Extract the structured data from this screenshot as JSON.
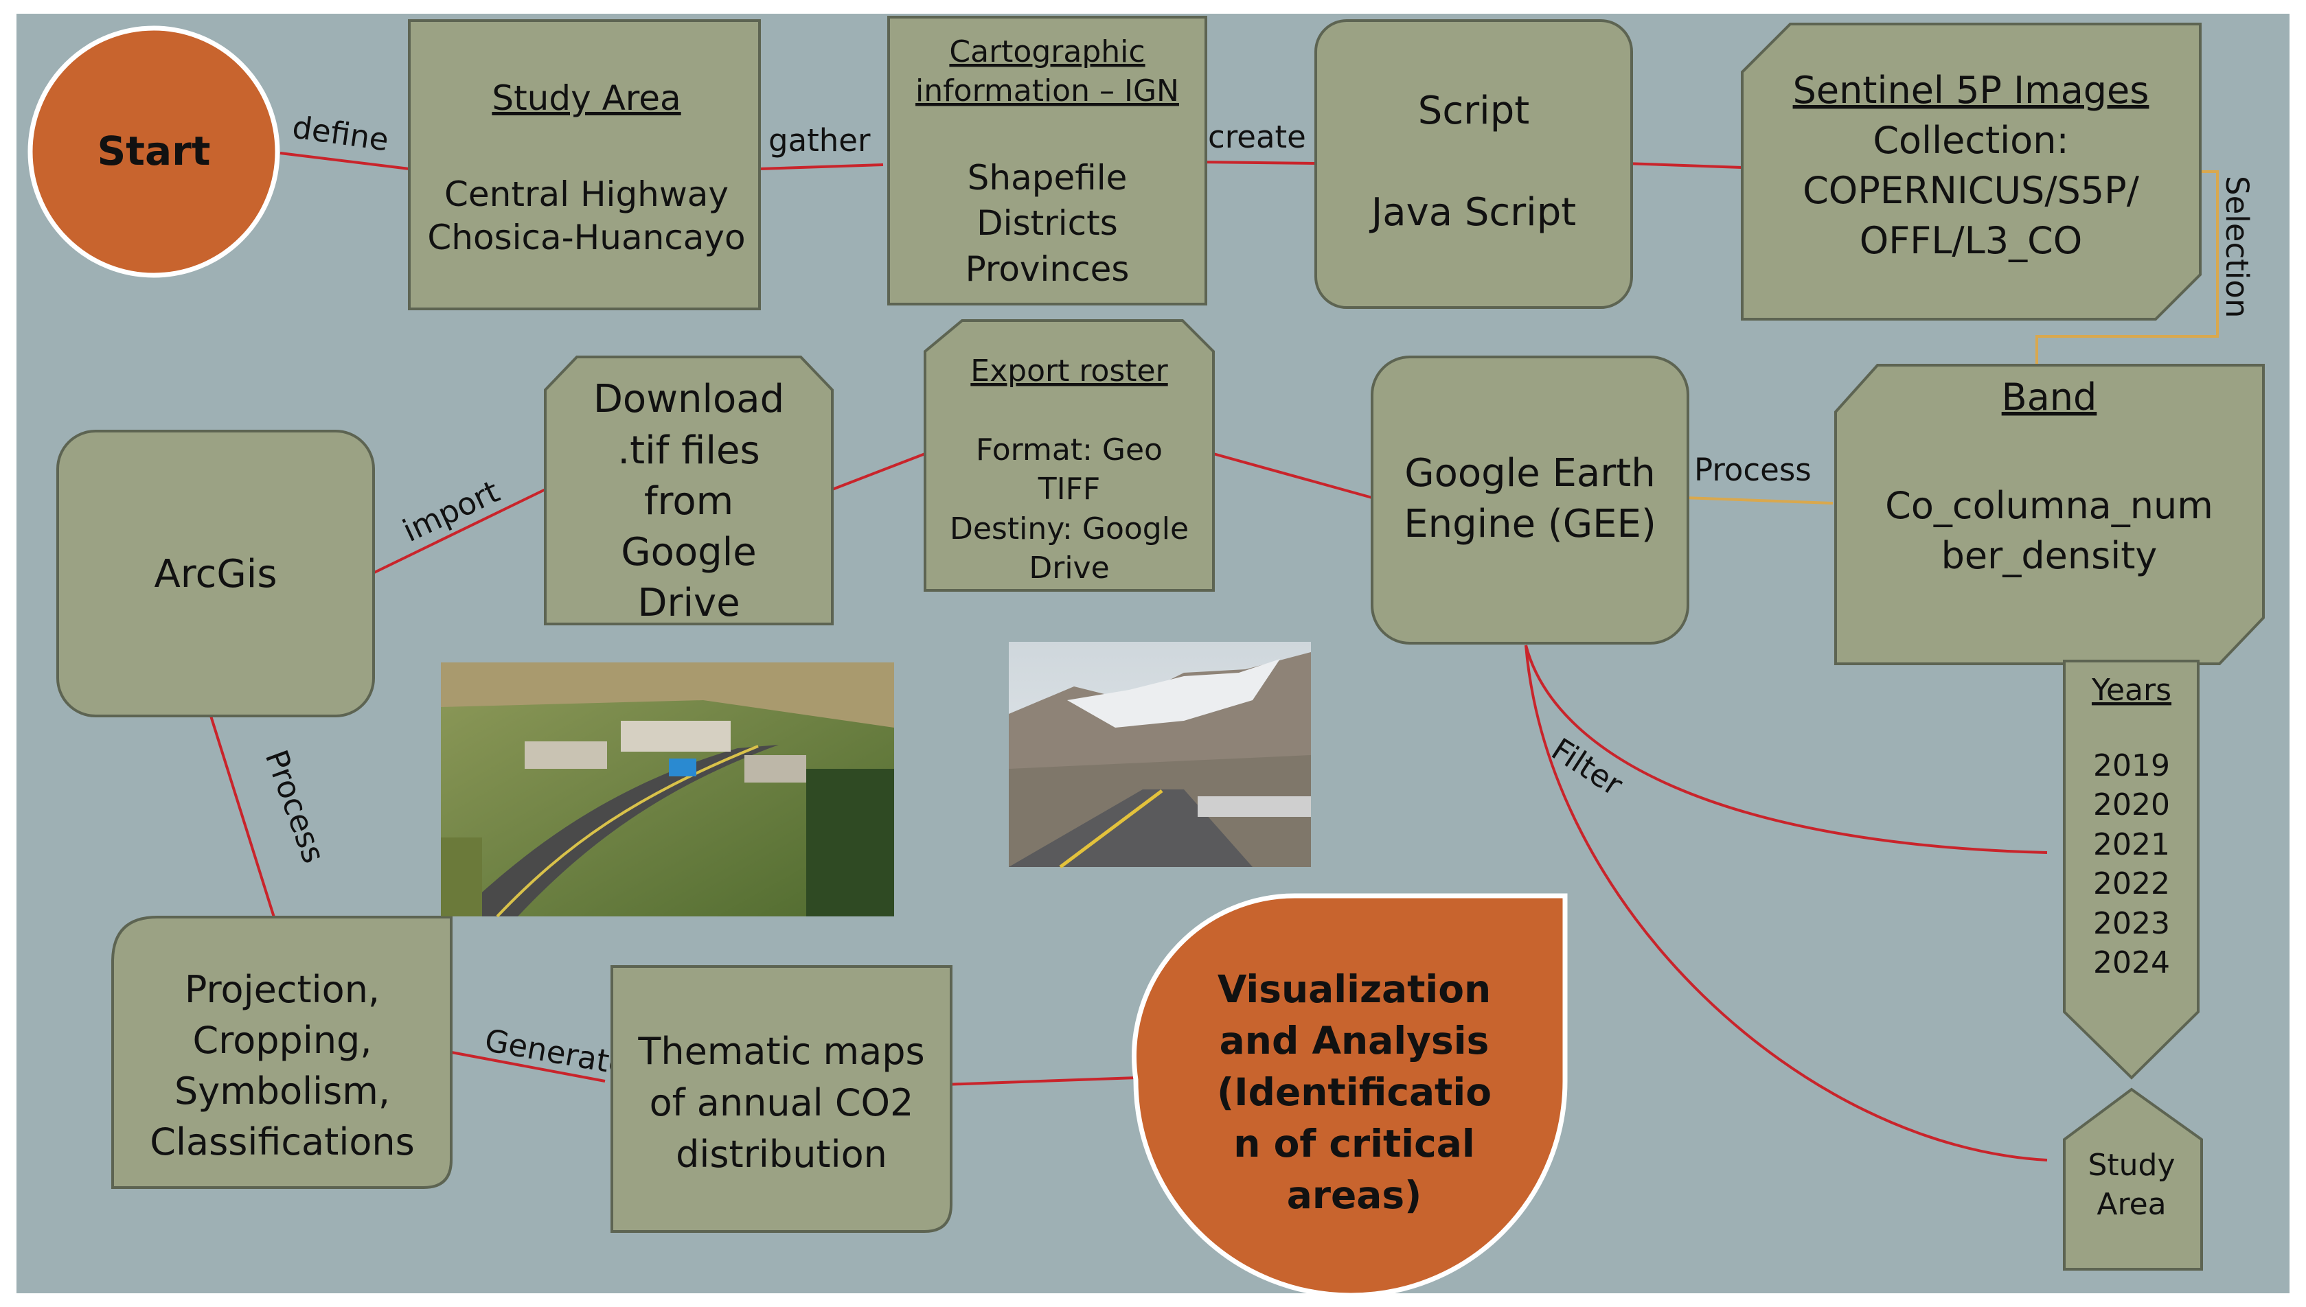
{
  "colors": {
    "background": "#9eb0b4",
    "node_fill": "#9ba284",
    "node_stroke": "#5d6452",
    "accent": "#c8642e",
    "edge": "#c9242b",
    "selection_edge": "#d9a84e"
  },
  "nodes": {
    "start": "Start",
    "study_area": {
      "title": "Study Area",
      "l1": "Central Highway",
      "l2": "Chosica-Huancayo"
    },
    "cartographic": {
      "t1": "Cartographic",
      "t2": "information – IGN",
      "l1": "Shapefile",
      "l2": "Districts",
      "l3": "Provinces"
    },
    "script": {
      "l1": "Script",
      "l2": "Java Script"
    },
    "sentinel": {
      "title": "Sentinel 5P Images",
      "l1": "Collection:",
      "l2": "COPERNICUS/S5P/",
      "l3": "OFFL/L3_CO"
    },
    "band": {
      "title": "Band",
      "l1": "Co_columna_num",
      "l2": "ber_density"
    },
    "gee": {
      "l1": "Google Earth",
      "l2": "Engine (GEE)"
    },
    "export": {
      "title": "Export roster",
      "l1": "Format: Geo",
      "l2": "TIFF",
      "l3": "Destiny: Google",
      "l4": "Drive"
    },
    "download": {
      "l1": "Download",
      "l2": ".tif files",
      "l3": "from",
      "l4": "Google",
      "l5": "Drive"
    },
    "arcgis": "ArcGis",
    "years": {
      "title": "Years",
      "values": [
        "2019",
        "2020",
        "2021",
        "2022",
        "2023",
        "2024"
      ]
    },
    "study_area_small": {
      "l1": "Study",
      "l2": "Area"
    },
    "projection": {
      "l1": "Projection,",
      "l2": "Cropping,",
      "l3": "Symbolism,",
      "l4": "Classifications"
    },
    "thematic": {
      "l1": "Thematic maps",
      "l2": "of annual CO2",
      "l3": "distribution"
    },
    "visualization": {
      "l1": "Visualization",
      "l2": "and Analysis",
      "l3": "(Identificatio",
      "l4": "n of critical",
      "l5": "areas)"
    }
  },
  "edges": {
    "define": "define",
    "gather": "gather",
    "create": "create",
    "selection": "Selection",
    "process_gee": "Process",
    "import": "import",
    "filter": "Filter",
    "process_arcgis": "Process",
    "generate": "Generate"
  },
  "photos": {
    "highway": "highway-photo",
    "mountain": "mountain-road-photo"
  }
}
